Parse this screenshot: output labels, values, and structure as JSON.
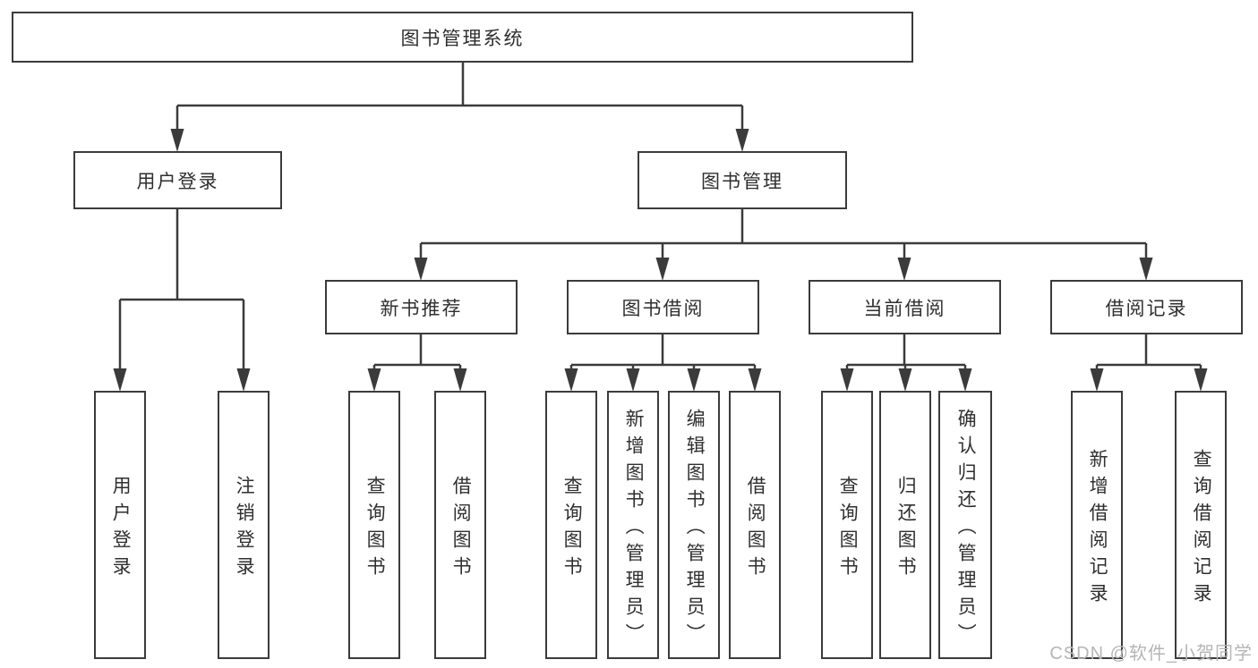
{
  "diagram": {
    "root_label": "图书管理系统",
    "login_branch": {
      "label": "用户登录",
      "leaves": [
        "用户登录",
        "注销登录"
      ]
    },
    "mgmt_branch": {
      "label": "图书管理",
      "groups": [
        {
          "label": "新书推荐",
          "leaves": [
            "查询图书",
            "借阅图书"
          ]
        },
        {
          "label": "图书借阅",
          "leaves": [
            "查询图书",
            "新增图书（管理员）",
            "编辑图书（管理员）",
            "借阅图书"
          ]
        },
        {
          "label": "当前借阅",
          "leaves": [
            "查询图书",
            "归还图书",
            "确认归还（管理员）"
          ]
        },
        {
          "label": "借阅记录",
          "leaves": [
            "新增借阅记录",
            "查询借阅记录"
          ]
        }
      ]
    }
  },
  "watermark": "CSDN @软件_小贺同学",
  "colors": {
    "line": "#3b3b3b",
    "text": "#2f2f2f",
    "watermark": "#b5b5b5",
    "background": "#ffffff"
  }
}
